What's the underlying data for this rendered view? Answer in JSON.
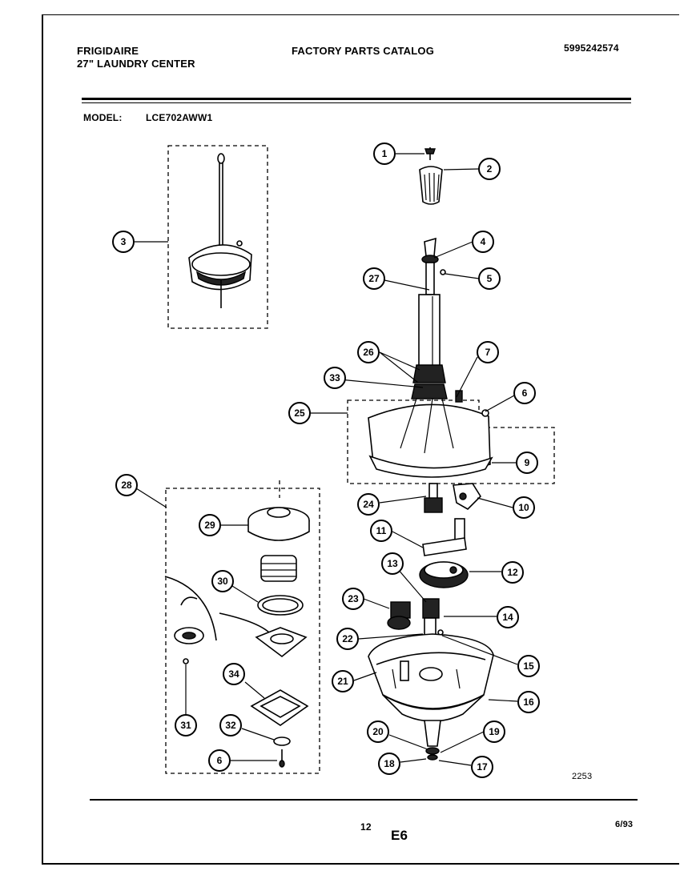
{
  "header": {
    "brand": "FRIGIDAIRE",
    "product": "27\" LAUNDRY CENTER",
    "catalog_title": "FACTORY PARTS CATALOG",
    "catalog_number": "5995242574"
  },
  "model": {
    "label": "MODEL:",
    "value": "LCE702AWW1"
  },
  "callouts": [
    "1",
    "2",
    "3",
    "4",
    "5",
    "27",
    "26",
    "7",
    "33",
    "6",
    "25",
    "9",
    "28",
    "24",
    "10",
    "29",
    "11",
    "13",
    "12",
    "30",
    "23",
    "14",
    "22",
    "15",
    "21",
    "16",
    "34",
    "31",
    "32",
    "6",
    "20",
    "19",
    "18",
    "17"
  ],
  "footer": {
    "figure_code": "2253",
    "page_number": "12",
    "section_code": "E6",
    "date": "6/93"
  }
}
